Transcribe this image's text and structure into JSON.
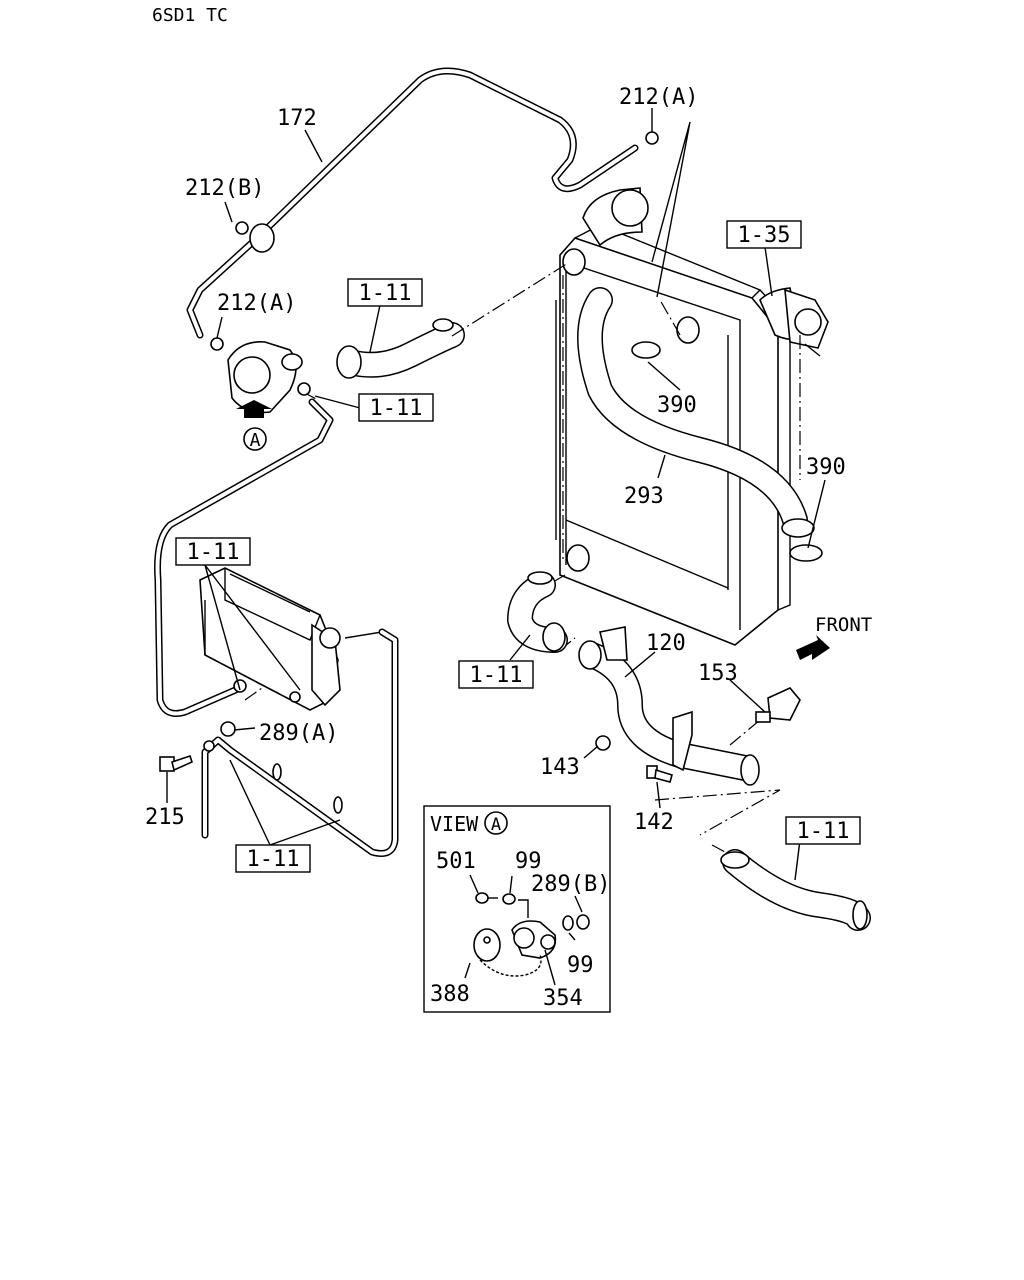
{
  "header": {
    "engine_code": "6SD1 TC"
  },
  "callouts": {
    "p172": "172",
    "p212b": "212(B)",
    "p212a_top": "212(A)",
    "p212a_mid": "212(A)",
    "p1_35": "1-35",
    "p1_11_a": "1-11",
    "p1_11_b": "1-11",
    "p1_11_c": "1-11",
    "p1_11_d": "1-11",
    "p1_11_e": "1-11",
    "p1_11_f": "1-11",
    "p390_a": "390",
    "p390_b": "390",
    "p293": "293",
    "p120": "120",
    "p153": "153",
    "p143": "143",
    "p142": "142",
    "p289a": "289(A)",
    "p215": "215"
  },
  "view_marker": {
    "letter": "A"
  },
  "front_label": "FRONT",
  "view_box": {
    "title": "VIEW",
    "letter": "A",
    "p501": "501",
    "p99_a": "99",
    "p289b": "289(B)",
    "p99_b": "99",
    "p388": "388",
    "p354": "354"
  }
}
